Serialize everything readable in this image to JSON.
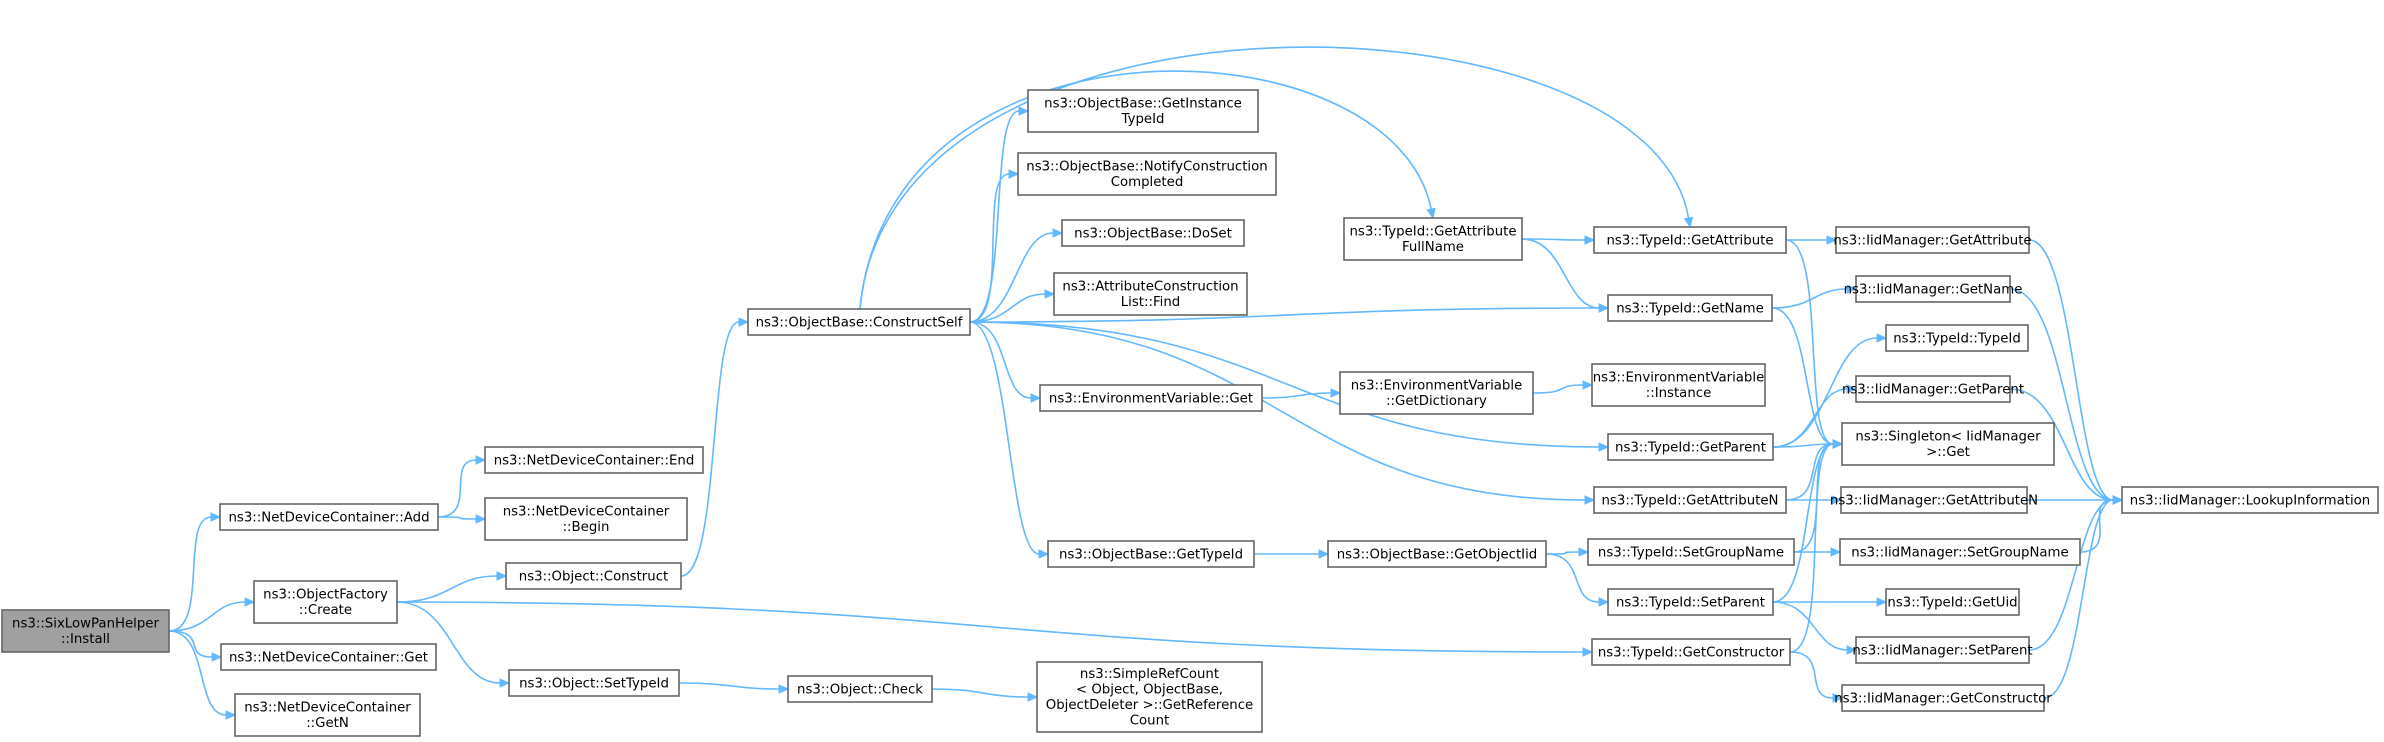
{
  "graph": {
    "nodes": [
      {
        "id": "n0",
        "lines": [
          "ns3::SixLowPanHelper",
          "::Install"
        ],
        "root": true
      },
      {
        "id": "n1",
        "lines": [
          "ns3::NetDeviceContainer::Add"
        ]
      },
      {
        "id": "n2",
        "lines": [
          "ns3::NetDeviceContainer::End"
        ]
      },
      {
        "id": "n3",
        "lines": [
          "ns3::NetDeviceContainer",
          "::Begin"
        ]
      },
      {
        "id": "n4",
        "lines": [
          "ns3::ObjectFactory",
          "::Create"
        ]
      },
      {
        "id": "n5",
        "lines": [
          "ns3::Object::Construct"
        ]
      },
      {
        "id": "n6",
        "lines": [
          "ns3::ObjectBase::ConstructSelf"
        ]
      },
      {
        "id": "n7",
        "lines": [
          "ns3::ObjectBase::GetInstance",
          "TypeId"
        ]
      },
      {
        "id": "n8",
        "lines": [
          "ns3::ObjectBase::NotifyConstruction",
          "Completed"
        ]
      },
      {
        "id": "n9",
        "lines": [
          "ns3::ObjectBase::DoSet"
        ]
      },
      {
        "id": "n10",
        "lines": [
          "ns3::AttributeConstruction",
          "List::Find"
        ]
      },
      {
        "id": "n11",
        "lines": [
          "ns3::EnvironmentVariable::Get"
        ]
      },
      {
        "id": "n12",
        "lines": [
          "ns3::EnvironmentVariable",
          "::GetDictionary"
        ]
      },
      {
        "id": "n13",
        "lines": [
          "ns3::EnvironmentVariable",
          "::Instance"
        ]
      },
      {
        "id": "n14",
        "lines": [
          "ns3::ObjectBase::GetTypeId"
        ]
      },
      {
        "id": "n15",
        "lines": [
          "ns3::ObjectBase::GetObjectIid"
        ]
      },
      {
        "id": "n16",
        "lines": [
          "ns3::TypeId::GetAttribute",
          "FullName"
        ]
      },
      {
        "id": "n17",
        "lines": [
          "ns3::TypeId::GetAttribute"
        ]
      },
      {
        "id": "n18",
        "lines": [
          "ns3::TypeId::GetName"
        ]
      },
      {
        "id": "n19",
        "lines": [
          "ns3::TypeId::GetParent"
        ]
      },
      {
        "id": "n20",
        "lines": [
          "ns3::TypeId::GetAttributeN"
        ]
      },
      {
        "id": "n21",
        "lines": [
          "ns3::TypeId::SetGroupName"
        ]
      },
      {
        "id": "n22",
        "lines": [
          "ns3::TypeId::SetParent"
        ]
      },
      {
        "id": "n23",
        "lines": [
          "ns3::TypeId::GetConstructor"
        ]
      },
      {
        "id": "n24",
        "lines": [
          "ns3::IidManager::GetAttribute"
        ]
      },
      {
        "id": "n25",
        "lines": [
          "ns3::IidManager::GetName"
        ]
      },
      {
        "id": "n26",
        "lines": [
          "ns3::TypeId::TypeId"
        ]
      },
      {
        "id": "n27",
        "lines": [
          "ns3::IidManager::GetParent"
        ]
      },
      {
        "id": "n28",
        "lines": [
          "ns3::Singleton< IidManager",
          " >::Get"
        ]
      },
      {
        "id": "n29",
        "lines": [
          "ns3::IidManager::GetAttributeN"
        ]
      },
      {
        "id": "n30",
        "lines": [
          "ns3::IidManager::SetGroupName"
        ]
      },
      {
        "id": "n31",
        "lines": [
          "ns3::TypeId::GetUid"
        ]
      },
      {
        "id": "n32",
        "lines": [
          "ns3::IidManager::SetParent"
        ]
      },
      {
        "id": "n33",
        "lines": [
          "ns3::IidManager::GetConstructor"
        ]
      },
      {
        "id": "n34",
        "lines": [
          "ns3::IidManager::LookupInformation"
        ]
      },
      {
        "id": "n35",
        "lines": [
          "ns3::Object::SetTypeId"
        ]
      },
      {
        "id": "n36",
        "lines": [
          "ns3::Object::Check"
        ]
      },
      {
        "id": "n37",
        "lines": [
          "ns3::SimpleRefCount",
          "< Object, ObjectBase,",
          " ObjectDeleter >::GetReference",
          "Count"
        ]
      },
      {
        "id": "n38",
        "lines": [
          "ns3::NetDeviceContainer::Get"
        ]
      },
      {
        "id": "n39",
        "lines": [
          "ns3::NetDeviceContainer",
          "::GetN"
        ]
      }
    ],
    "edges": [
      [
        "n0",
        "n1"
      ],
      [
        "n0",
        "n4"
      ],
      [
        "n0",
        "n38"
      ],
      [
        "n0",
        "n39"
      ],
      [
        "n1",
        "n2"
      ],
      [
        "n1",
        "n3"
      ],
      [
        "n4",
        "n5"
      ],
      [
        "n4",
        "n35"
      ],
      [
        "n4",
        "n23"
      ],
      [
        "n5",
        "n6"
      ],
      [
        "n6",
        "n7"
      ],
      [
        "n6",
        "n8"
      ],
      [
        "n6",
        "n9"
      ],
      [
        "n6",
        "n10"
      ],
      [
        "n6",
        "n11"
      ],
      [
        "n6",
        "n14"
      ],
      [
        "n6",
        "n16"
      ],
      [
        "n6",
        "n17"
      ],
      [
        "n6",
        "n18"
      ],
      [
        "n6",
        "n19"
      ],
      [
        "n6",
        "n20"
      ],
      [
        "n11",
        "n12"
      ],
      [
        "n12",
        "n13"
      ],
      [
        "n14",
        "n15"
      ],
      [
        "n15",
        "n21"
      ],
      [
        "n15",
        "n22"
      ],
      [
        "n16",
        "n17"
      ],
      [
        "n16",
        "n18"
      ],
      [
        "n17",
        "n24"
      ],
      [
        "n17",
        "n28"
      ],
      [
        "n18",
        "n25"
      ],
      [
        "n18",
        "n28"
      ],
      [
        "n19",
        "n26"
      ],
      [
        "n19",
        "n27"
      ],
      [
        "n19",
        "n28"
      ],
      [
        "n20",
        "n29"
      ],
      [
        "n20",
        "n28"
      ],
      [
        "n21",
        "n30"
      ],
      [
        "n21",
        "n28"
      ],
      [
        "n22",
        "n31"
      ],
      [
        "n22",
        "n32"
      ],
      [
        "n22",
        "n28"
      ],
      [
        "n23",
        "n33"
      ],
      [
        "n23",
        "n28"
      ],
      [
        "n24",
        "n34"
      ],
      [
        "n25",
        "n34"
      ],
      [
        "n27",
        "n34"
      ],
      [
        "n29",
        "n34"
      ],
      [
        "n30",
        "n34"
      ],
      [
        "n32",
        "n34"
      ],
      [
        "n33",
        "n34"
      ],
      [
        "n35",
        "n36"
      ],
      [
        "n36",
        "n37"
      ]
    ]
  }
}
